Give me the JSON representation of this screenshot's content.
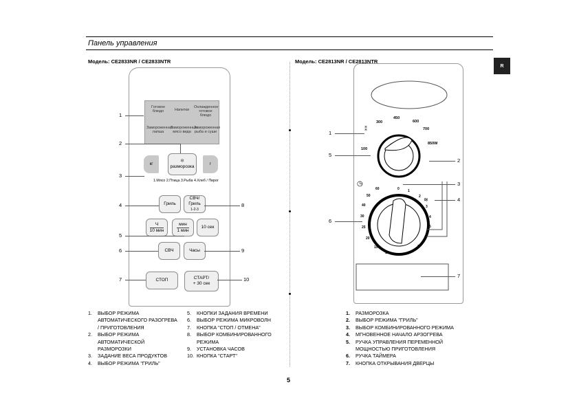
{
  "section_title": "Панель управления",
  "tab_label": "R",
  "page_number": "5",
  "left": {
    "model": "Модель: CE2833NR / CE2833NTR",
    "display": {
      "cells": [
        "Готовое блюдо",
        "Напитки",
        "Охлажденное готовое блюдо",
        "Замороженная лапша",
        "Замороженные мясо вида",
        "Замороженная рыба и суши"
      ]
    },
    "buttons": {
      "kg": "кг",
      "g": "г",
      "defrost": "разморозка",
      "weight_list": "1.Мясо 2.Птица 3.Рыба 4.Хлеб / Пирог",
      "grill": "Гриль",
      "mw_grill": "СВЧ/Гриль",
      "mw_grill_sub": "1-2-3",
      "hour": "Ч",
      "ten_min": "10 мин",
      "min": "мин",
      "one_min": "1 мин",
      "ten_sec": "10 сек",
      "mw": "СВЧ",
      "clock": "Часы",
      "stop": "СТОП",
      "start": "СТАРТ/",
      "start_sub": "+ 30 сек"
    },
    "callouts": [
      "1",
      "2",
      "3",
      "4",
      "5",
      "6",
      "7",
      "8",
      "9",
      "10"
    ],
    "list_col1": [
      {
        "n": "1.",
        "text": "ВЫБОР РЕЖИМА"
      },
      {
        "n": "",
        "text": "АВТОМАТИЧЕСКОГО РАЗОГРЕВА"
      },
      {
        "n": "",
        "text": "/ ПРИГОТОВЛЕНИЯ"
      },
      {
        "n": "2.",
        "text": "ВЫБОР РЕЖИМА"
      },
      {
        "n": "",
        "text": "АВТОМАТИЧЕСКОЙ"
      },
      {
        "n": "",
        "text": "РАЗМОРОЗКИ"
      },
      {
        "n": "3.",
        "text": "ЗАДАНИЕ ВЕСА ПРОДУКТОВ"
      },
      {
        "n": "4.",
        "text": "ВЫБОР РЕЖИМА \"ГРИЛЬ\""
      }
    ],
    "list_col2": [
      {
        "n": "5.",
        "text": "КНОПКИ ЗАДАНИЯ ВРЕМЕНИ"
      },
      {
        "n": "6.",
        "text": "ВЫБОР РЕЖИМА МИКРОВОЛН"
      },
      {
        "n": "7.",
        "text": "КНОПКА \"СТОП / ОТМЕНА\""
      },
      {
        "n": "8.",
        "text": "ВЫБОР КОМБИНИРОВАННОГО"
      },
      {
        "n": "",
        "text": "РЕЖИМА"
      },
      {
        "n": "9.",
        "text": "УСТАНОВКА ЧАСОВ"
      },
      {
        "n": "10.",
        "text": "КНОПКА \"СТАРТ\""
      }
    ]
  },
  "right": {
    "model": "Модель: CE2813NR / CE2813NTR",
    "power_dial_labels": [
      "100",
      "300",
      "450",
      "600",
      "700",
      "850W"
    ],
    "timer_dial_labels": [
      "0",
      "1",
      "2",
      "3",
      "4",
      "5",
      "6",
      "7",
      "8",
      "9",
      "10",
      "15",
      "20",
      "25",
      "30",
      "40",
      "50",
      "60"
    ],
    "callouts": [
      "1",
      "2",
      "3",
      "4",
      "5",
      "6",
      "7"
    ],
    "list": [
      {
        "n": "1.",
        "text": "РАЗМОРОЗКА"
      },
      {
        "n": "2.",
        "text": "ВЫБОР РЕЖИМА \"ГРИЛЬ\""
      },
      {
        "n": "3.",
        "text": "ВЫБОР КОМБИНИРОВАННОГО РЕЖИМА"
      },
      {
        "n": "4.",
        "text": "МГНОВЕННОЕ НАЧАЛО АРЗОГРЕВА"
      },
      {
        "n": "5.",
        "text": "РУЧКА УПРАВЛЕНИЯ ПЕРЕМЕННОЙ"
      },
      {
        "n": "",
        "text": "МОЩНОСТЬЮ ПРИГОТОВЛЕНИЯ"
      },
      {
        "n": "6.",
        "text": "РУЧКА ТАЙМЕРА"
      },
      {
        "n": "7.",
        "text": "КНОПКА ОТКРЫВАНИЯ ДВЕРЦЫ"
      }
    ]
  }
}
